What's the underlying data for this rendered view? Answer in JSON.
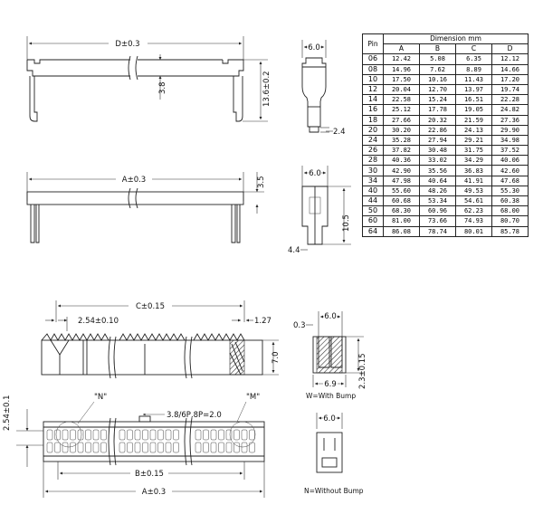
{
  "top_side": {
    "d_label": "D±0.3",
    "h1_label": "3.8",
    "h2_label": "13.6±0.2"
  },
  "top_end": {
    "w_label": "6.0",
    "pin_label": "2.4"
  },
  "mid_side": {
    "a_label": "A±0.3",
    "h_label": "3.5"
  },
  "mid_end": {
    "w_label": "6.0",
    "h_label": "10.5",
    "pin_label": "4.4"
  },
  "bottom": {
    "c_label": "C±0.15",
    "pitch_label": "2.54±0.10",
    "end_label": "1.27",
    "h_label": "7.0",
    "vpitch_label": "2.54±0.1",
    "n_label": "\"N\"",
    "m_label": "\"M\"",
    "key_label": "3.8/6P,8P=2.0",
    "b_label": "B±0.15",
    "a_label": "A±0.3"
  },
  "bump": {
    "w1_label": "6.0",
    "w2_label": "6.9",
    "gap_label": "0.3",
    "h_label": "2.3±0.15",
    "caption": "W=With Bump"
  },
  "nobump": {
    "w_label": "6.0",
    "caption": "N=Without Bump"
  },
  "table": {
    "pin_header": "Pin",
    "group_header": "Dimension   mm",
    "columns": [
      "A",
      "B",
      "C",
      "D"
    ],
    "rows": [
      {
        "pin": "06",
        "vals": [
          "12.42",
          "5.08",
          "6.35",
          "12.12"
        ]
      },
      {
        "pin": "08",
        "vals": [
          "14.96",
          "7.62",
          "8.89",
          "14.66"
        ]
      },
      {
        "pin": "10",
        "vals": [
          "17.50",
          "10.16",
          "11.43",
          "17.20"
        ]
      },
      {
        "pin": "12",
        "vals": [
          "20.04",
          "12.70",
          "13.97",
          "19.74"
        ]
      },
      {
        "pin": "14",
        "vals": [
          "22.58",
          "15.24",
          "16.51",
          "22.28"
        ]
      },
      {
        "pin": "16",
        "vals": [
          "25.12",
          "17.78",
          "19.05",
          "24.82"
        ]
      },
      {
        "pin": "18",
        "vals": [
          "27.66",
          "20.32",
          "21.59",
          "27.36"
        ]
      },
      {
        "pin": "20",
        "vals": [
          "30.20",
          "22.86",
          "24.13",
          "29.90"
        ]
      },
      {
        "pin": "24",
        "vals": [
          "35.28",
          "27.94",
          "29.21",
          "34.98"
        ]
      },
      {
        "pin": "26",
        "vals": [
          "37.82",
          "30.48",
          "31.75",
          "37.52"
        ]
      },
      {
        "pin": "28",
        "vals": [
          "40.36",
          "33.02",
          "34.29",
          "40.06"
        ]
      },
      {
        "pin": "30",
        "vals": [
          "42.90",
          "35.56",
          "36.83",
          "42.60"
        ]
      },
      {
        "pin": "34",
        "vals": [
          "47.98",
          "40.64",
          "41.91",
          "47.68"
        ]
      },
      {
        "pin": "40",
        "vals": [
          "55.60",
          "48.26",
          "49.53",
          "55.30"
        ]
      },
      {
        "pin": "44",
        "vals": [
          "60.68",
          "53.34",
          "54.61",
          "60.38"
        ]
      },
      {
        "pin": "50",
        "vals": [
          "68.30",
          "60.96",
          "62.23",
          "68.00"
        ]
      },
      {
        "pin": "60",
        "vals": [
          "81.00",
          "73.66",
          "74.93",
          "80.70"
        ]
      },
      {
        "pin": "64",
        "vals": [
          "86.08",
          "78.74",
          "80.01",
          "85.78"
        ]
      }
    ]
  }
}
